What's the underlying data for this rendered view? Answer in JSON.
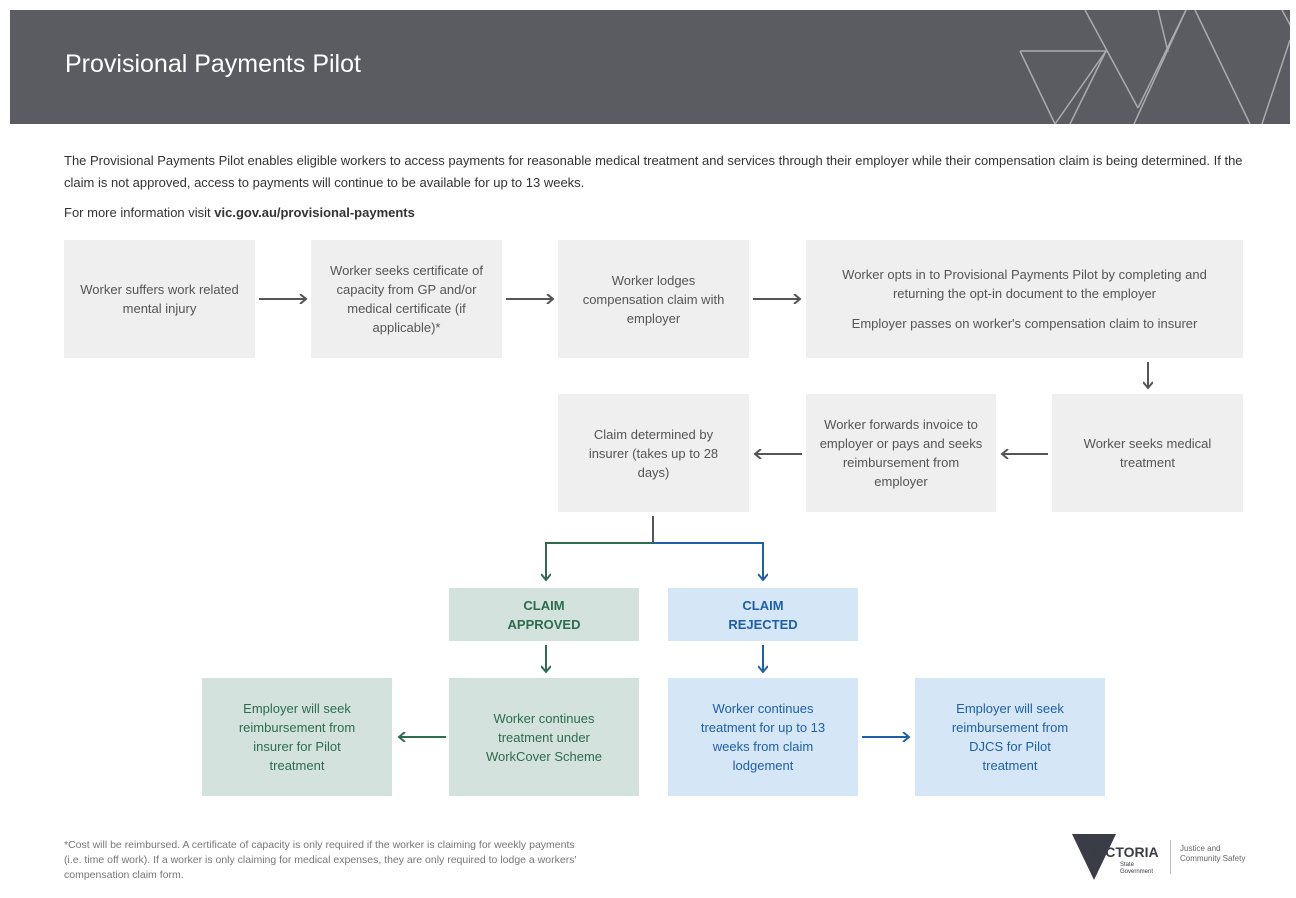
{
  "header": {
    "title": "Provisional Payments Pilot"
  },
  "intro": {
    "text": "The Provisional Payments Pilot enables eligible workers to access payments for reasonable medical treatment and services through their employer while their compensation claim is being determined. If the claim is not approved, access to payments will continue to be available for up to 13 weeks.",
    "more_prefix": "For more information visit ",
    "more_link": "vic.gov.au/provisional-payments"
  },
  "steps": {
    "s1": "Worker suffers work related mental injury",
    "s2": "Worker seeks certificate of capacity from GP and/or medical certificate (if applicable)*",
    "s3": "Worker lodges compensation claim with employer",
    "s4a": "Worker opts in to Provisional Payments Pilot by completing and returning the opt-in document to the employer",
    "s4b": "Employer passes on worker's compensation claim to insurer",
    "s5": "Worker seeks medical treatment",
    "s6": "Worker forwards invoice to employer or pays and seeks reimbursement from employer",
    "s7": "Claim determined by insurer (takes up to 28 days)"
  },
  "approved": {
    "label": "CLAIM APPROVED",
    "step1": "Worker continues treatment under WorkCover Scheme",
    "step2": "Employer will seek reimbursement from insurer for Pilot treatment",
    "color": "#2e6b4f"
  },
  "rejected": {
    "label": "CLAIM REJECTED",
    "step1": "Worker continues treatment for up to 13 weeks from claim lodgement",
    "step2": "Employer will seek reimbursement from DJCS for Pilot treatment",
    "color": "#1f5fa8"
  },
  "footnote": "*Cost will be reimbursed. A certificate of capacity is only required if the worker is claiming for weekly payments (i.e. time off work). If a worker is only claiming for medical expenses, they are only required to lodge a workers' compensation claim form.",
  "logo": {
    "brand": "VICTORIA",
    "sub": "State Government",
    "dept": "Justice and Community Safety"
  }
}
